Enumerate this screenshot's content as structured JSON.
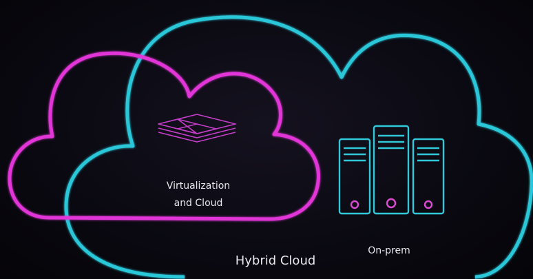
{
  "diagram": {
    "colors": {
      "background": "#08070d",
      "hybrid_cloud_outline": "#29c7d9",
      "virtualization_cloud_outline": "#e236d8",
      "stack_icon": "#c43ec9",
      "server_icon": "#2fc9da",
      "server_button": "#d94bd3",
      "text": "#e9e6ee"
    },
    "hybrid_cloud": {
      "label": "Hybrid Cloud",
      "icon": "cloud-outline-icon"
    },
    "virtualization_cloud": {
      "label_line1": "Virtualization",
      "label_line2": "and Cloud",
      "icon": "layered-stack-icon"
    },
    "on_prem": {
      "label": "On-prem",
      "icon": "server-rack-icon",
      "server_count": 3
    }
  }
}
